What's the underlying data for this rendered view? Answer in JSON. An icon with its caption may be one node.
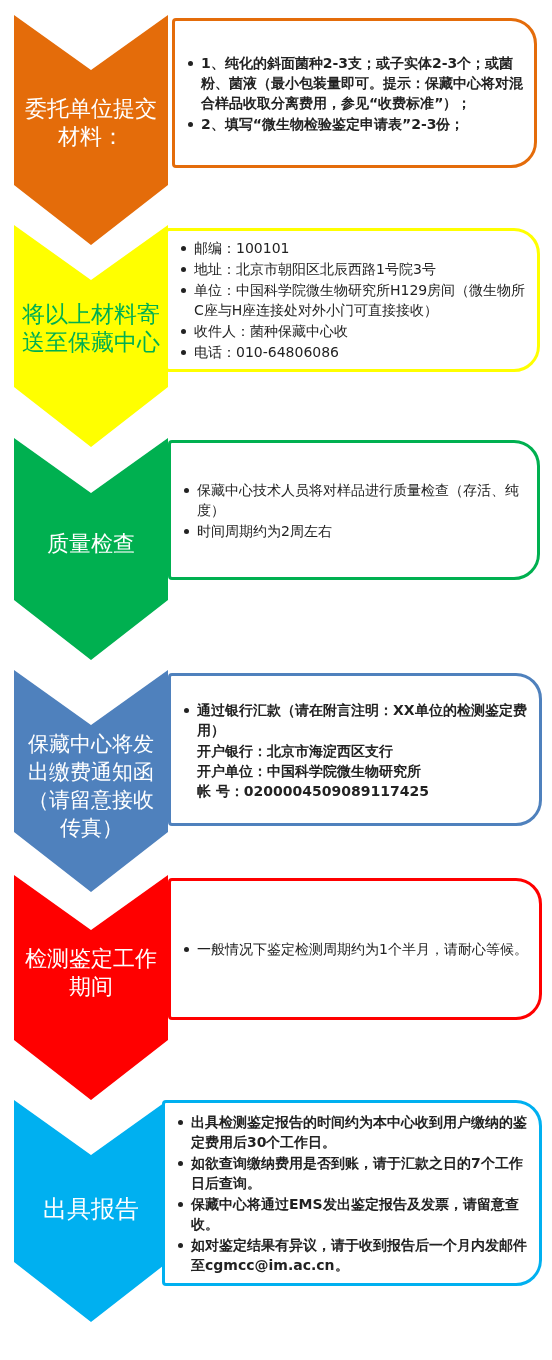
{
  "diagram": {
    "nodes": [
      {
        "text": [
          "委托单位提交材料："
        ]
      },
      {
        "text": [
          "1、纯化的斜面菌种2-3支；或子实体2-3个；或菌粉、菌液（最小包装量即可。提示：保藏中心将对混合样品收取分离费用，参见“收费标准”）；",
          "2、填写“微生物检验鉴定申请表”2-3份；"
        ]
      },
      {
        "text": [
          "将以上材料寄送至保藏中心"
        ]
      },
      {
        "text": [
          "邮编：100101",
          "地址：北京市朝阳区北辰西路1号院3号",
          "单位：中国科学院微生物研究所H129房间（微生物所C座与H座连接处对外小门可直接接收）",
          "收件人：菌种保藏中心收",
          "电话：010-64806086"
        ]
      },
      {
        "text": [
          "质量检查"
        ]
      },
      {
        "text": [
          "保藏中心技术人员将对样品进行质量检查（存活、纯度）",
          "时间周期约为2周左右"
        ]
      },
      {
        "text": [
          "保藏中心将发出缴费通知函（请留意接收传真）"
        ]
      },
      {
        "text": [
          "通过银行汇款（请在附言注明：XX单位的检测鉴定费用）",
          "开户银行：北京市海淀西区支行",
          "开户单位：中国科学院微生物研究所",
          "帐 号：0200004509089117425"
        ]
      },
      {
        "text": [
          "检测鉴定工作期间"
        ]
      },
      {
        "text": [
          "一般情况下鉴定检测周期约为1个半月，请耐心等候。"
        ]
      },
      {
        "text": [
          "出具报告"
        ]
      },
      {
        "text": [
          "出具检测鉴定报告的时间约为本中心收到用户缴纳的鉴定费用后30个工作日。",
          "如欲查询缴纳费用是否到账，请于汇款之日的7个工作日后查询。",
          "保藏中心将通过EMS发出鉴定报告及发票，请留意查收。",
          "如对鉴定结果有异议，请于收到报告后一个月内发邮件至cgmcc@im.ac.cn。"
        ]
      }
    ],
    "edges": []
  }
}
